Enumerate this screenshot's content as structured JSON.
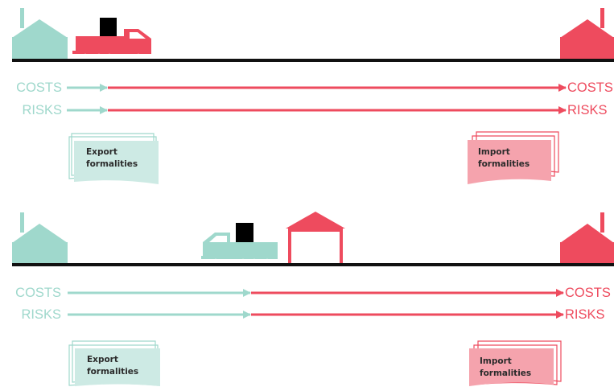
{
  "colors": {
    "seller": "#9fd8cc",
    "buyer": "#ee4b5e",
    "road": "#111111",
    "cargo": "#000000"
  },
  "diagram_top": {
    "costs_left": "COSTS",
    "risks_left": "RISKS",
    "costs_right": "COSTS",
    "risks_right": "RISKS",
    "export_line1": "Export",
    "export_line2": "formalities",
    "import_line1": "Import",
    "import_line2": "formalities"
  },
  "diagram_bottom": {
    "costs_left": "COSTS",
    "risks_left": "RISKS",
    "costs_right": "COSTS",
    "risks_right": "RISKS",
    "export_line1": "Export",
    "export_line2": "formalities",
    "import_line1": "Import",
    "import_line2": "formalities"
  }
}
